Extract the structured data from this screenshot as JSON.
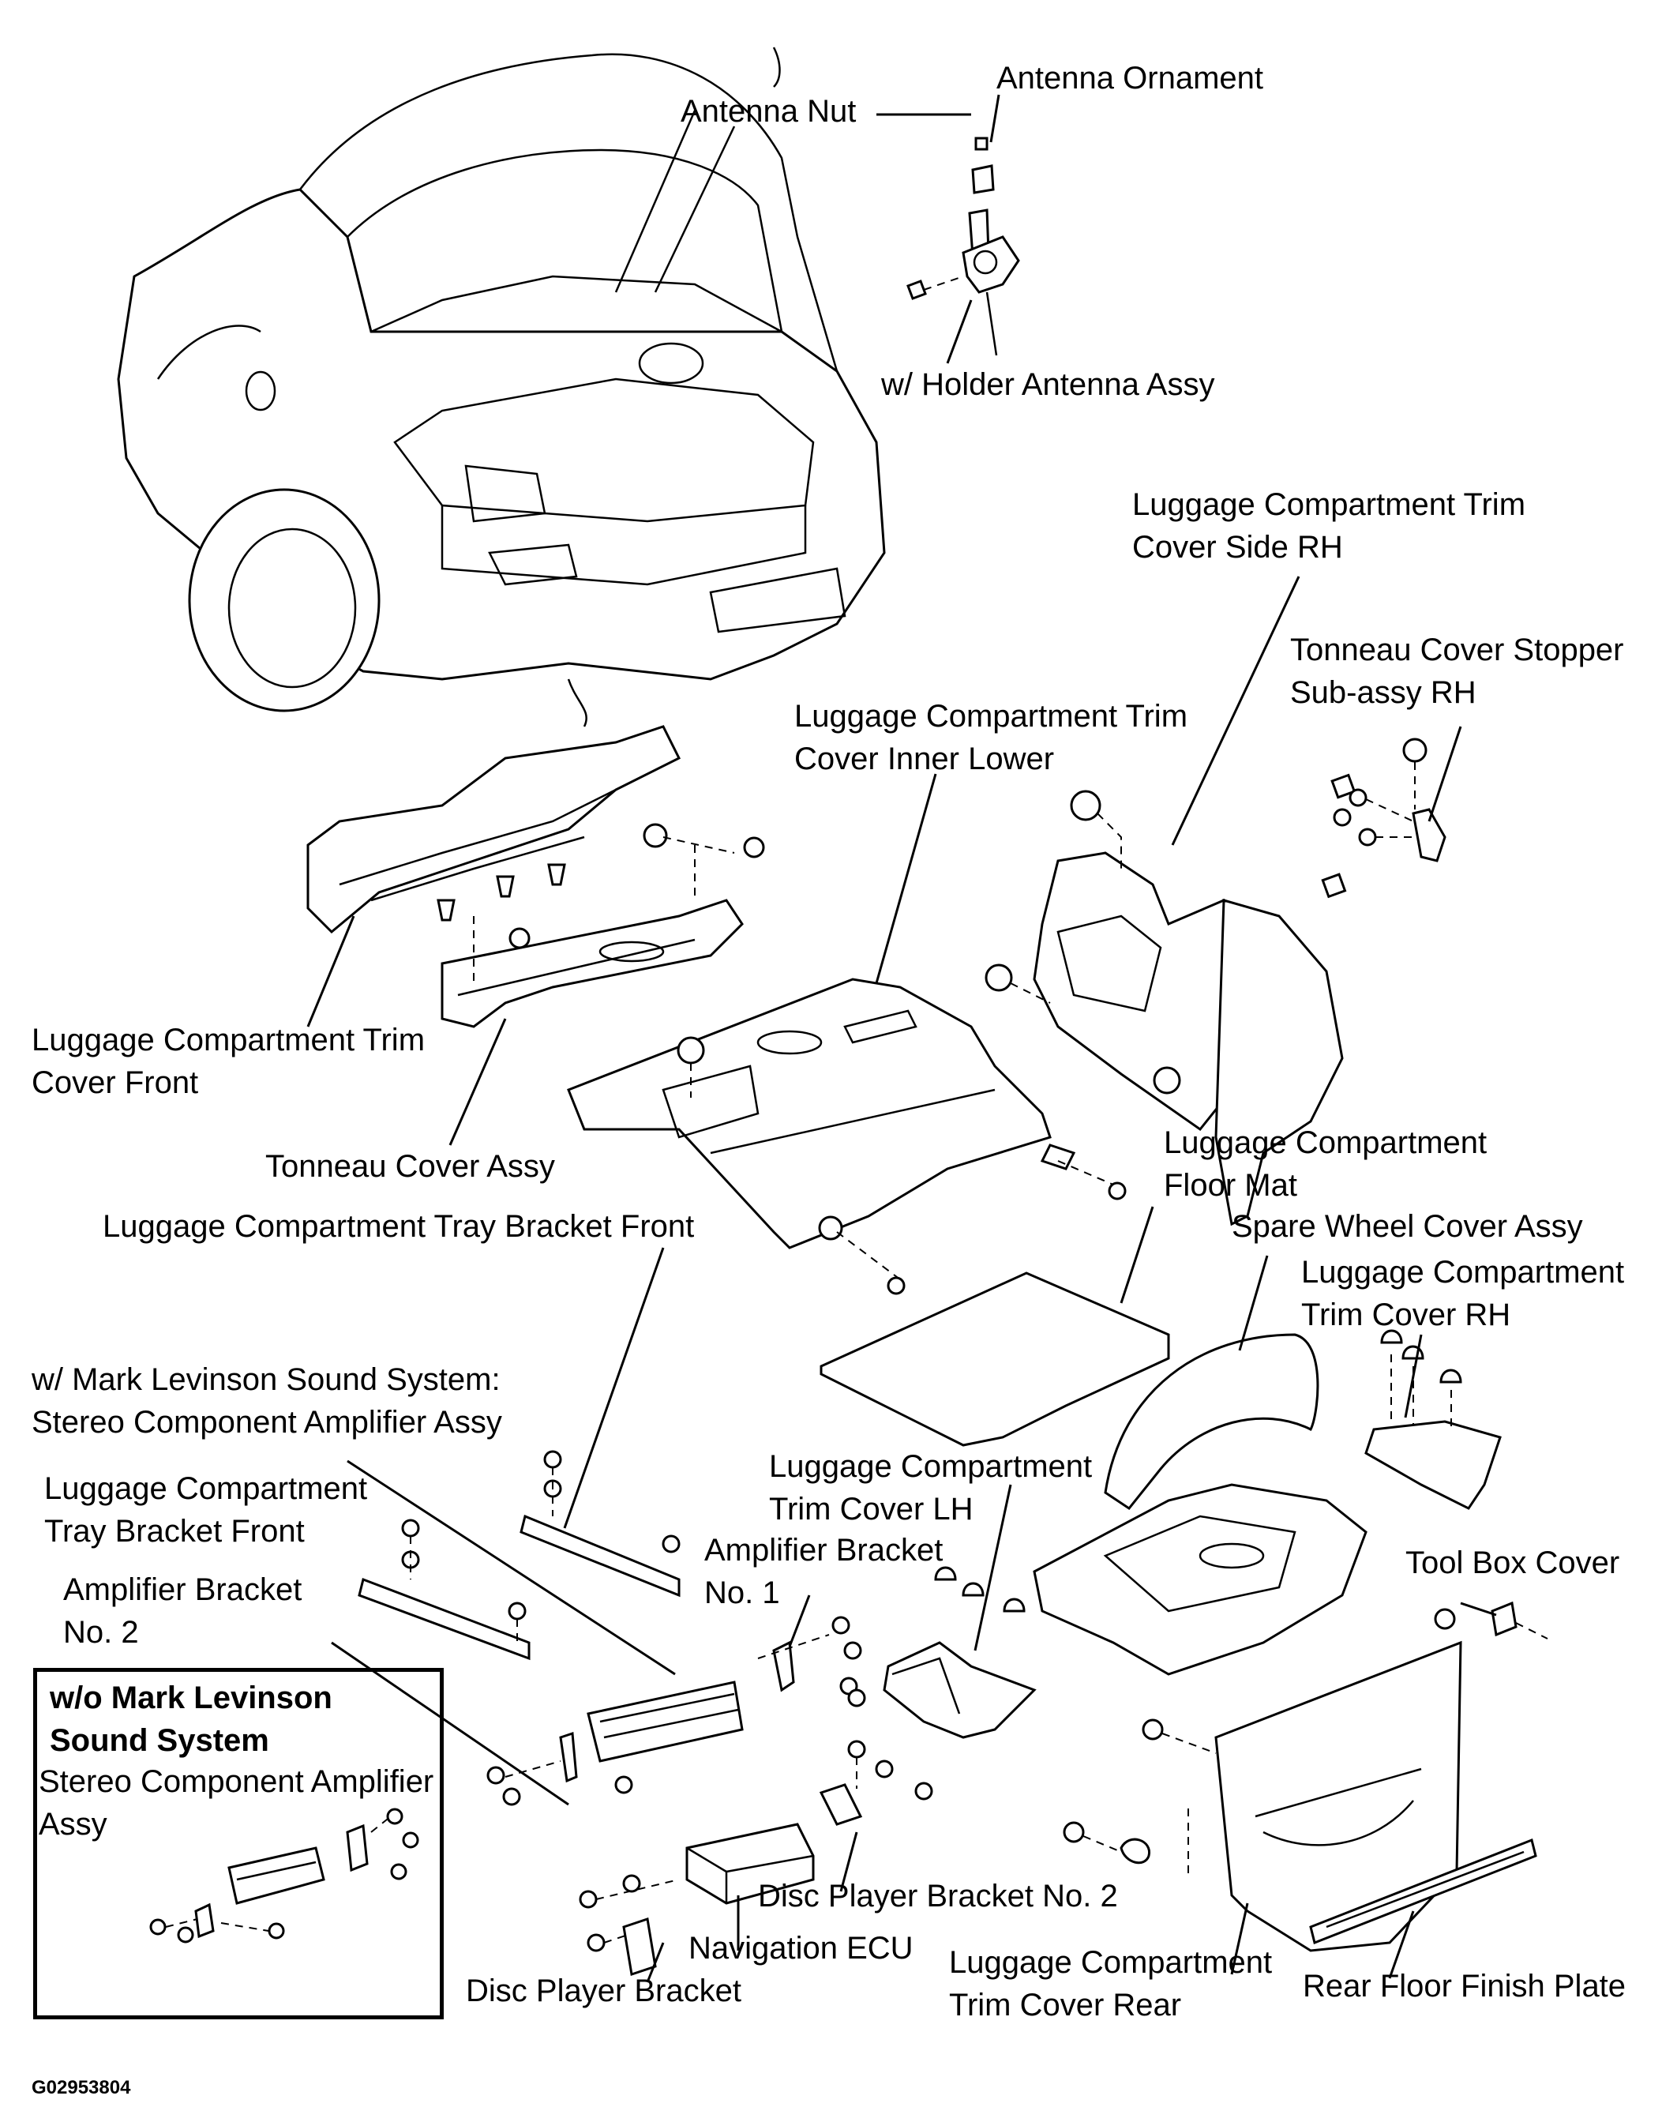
{
  "figure_code": "G02953804",
  "labels": {
    "antenna_nut": "Antenna Nut",
    "antenna_ornament": "Antenna Ornament",
    "holder_antenna_assy": "w/ Holder Antenna Assy",
    "trim_side_rh_1": "Luggage Compartment Trim",
    "trim_side_rh_2": "Cover Side RH",
    "tonneau_stopper_1": "Tonneau Cover Stopper",
    "tonneau_stopper_2": "Sub-assy RH",
    "trim_inner_lower_1": "Luggage Compartment Trim",
    "trim_inner_lower_2": "Cover Inner Lower",
    "trim_front_1": "Luggage Compartment Trim",
    "trim_front_2": "Cover Front",
    "tonneau_cover_assy": "Tonneau Cover Assy",
    "floor_mat_1": "Luggage Compartment",
    "floor_mat_2": "Floor Mat",
    "tray_bracket_front_top": "Luggage Compartment Tray Bracket Front",
    "spare_wheel_cover": "Spare Wheel Cover Assy",
    "trim_rh_1": "Luggage Compartment",
    "trim_rh_2": "Trim Cover RH",
    "mark_levinson_1": "w/ Mark Levinson Sound System:",
    "mark_levinson_2": "Stereo Component Amplifier Assy",
    "tray_bracket_front_1": "Luggage Compartment",
    "tray_bracket_front_2": "Tray Bracket Front",
    "trim_lh_1": "Luggage Compartment",
    "trim_lh_2": "Trim Cover LH",
    "amp_bracket_1_a": "Amplifier Bracket",
    "amp_bracket_1_b": "No. 1",
    "amp_bracket_2_a": "Amplifier Bracket",
    "amp_bracket_2_b": "No. 2",
    "tool_box_cover": "Tool Box Cover",
    "disc_bracket_2": "Disc Player Bracket No. 2",
    "navigation_ecu": "Navigation ECU",
    "disc_bracket": "Disc Player Bracket",
    "trim_rear_1": "Luggage Compartment",
    "trim_rear_2": "Trim Cover Rear",
    "rear_floor_plate": "Rear Floor Finish Plate"
  },
  "inset": {
    "title_1": "w/o Mark Levinson",
    "title_2": "Sound System",
    "sub_1": "Stereo Component Amplifier",
    "sub_2": "Assy"
  }
}
